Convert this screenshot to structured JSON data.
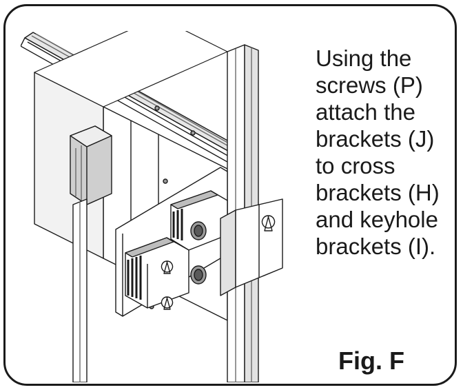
{
  "instructions": {
    "lines": [
      "Using the",
      "screws (P)",
      "attach the",
      "brackets (J)",
      "to cross",
      "brackets (H)",
      "and keyhole",
      "brackets (I)."
    ]
  },
  "figure": {
    "label": "Fig. F"
  },
  "colors": {
    "line": "#1a1a1a",
    "shade": "#9a9a9a",
    "light_shade": "#d4d4d4"
  }
}
